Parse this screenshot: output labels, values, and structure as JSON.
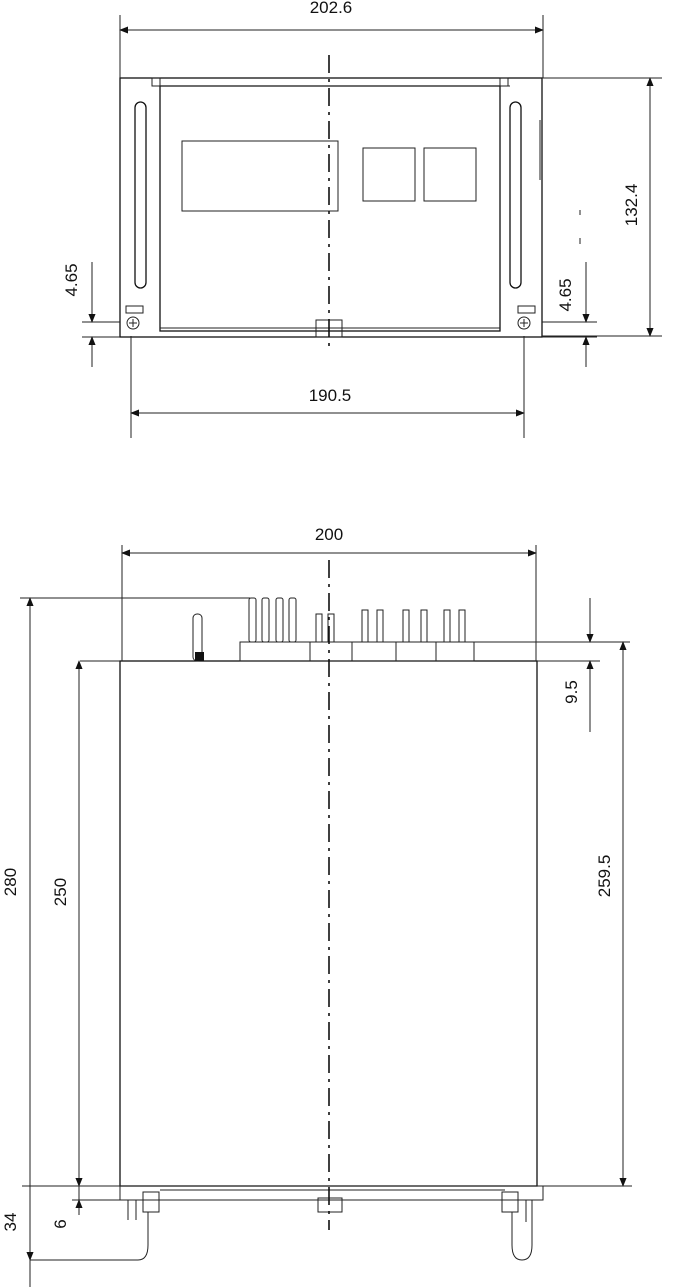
{
  "front_view": {
    "dimensions": {
      "overall_width": "202.6",
      "height": "132.4",
      "mounting_width": "190.5",
      "offset_left": "4.65",
      "offset_right": "4.65"
    },
    "colors": {
      "display_fill": "#cfcfcf",
      "indicator_fill": "#6a6a6a"
    }
  },
  "side_view": {
    "dimensions": {
      "width": "200",
      "total_depth": "280",
      "body_depth": "250",
      "depth_to_connectors": "259.5",
      "connector_height": "9.5",
      "front_to_handle": "34",
      "front_panel": "6"
    }
  }
}
